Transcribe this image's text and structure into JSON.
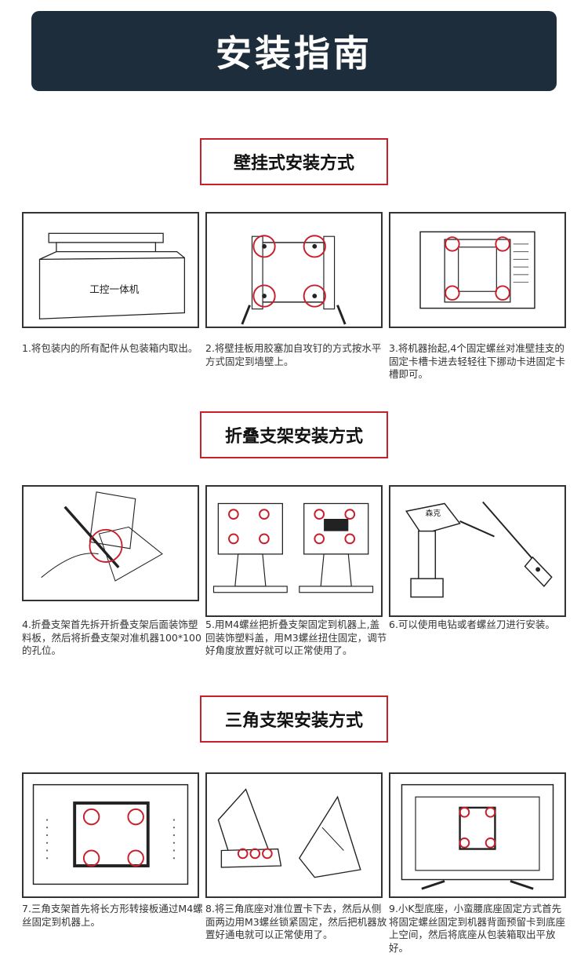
{
  "header": {
    "title": "安装指南"
  },
  "sections": [
    {
      "title": "壁挂式安装方式"
    },
    {
      "title": "折叠支架安装方式"
    },
    {
      "title": "三角支架安装方式"
    }
  ],
  "steps": [
    {
      "text": "1.将包装内的所有配件从包装箱内取出。",
      "box_label": "工控一体机"
    },
    {
      "text": "2.将壁挂板用胶塞加自攻钉的方式按水平方式固定到墙壁上。"
    },
    {
      "text": "3.将机器抬起,4个固定螺丝对准壁挂支的固定卡槽卡进去轻轻往下挪动卡进固定卡槽即可。"
    },
    {
      "text": "4.折叠支架首先拆开折叠支架后面装饰塑料板，然后将折叠支架对准机器100*100的孔位。"
    },
    {
      "text": "5.用M4螺丝把折叠支架固定到机器上,盖回装饰塑料盖，用M3螺丝扭住固定，调节好角度放置好就可以正常使用了。"
    },
    {
      "text": "6.可以使用电钻或者螺丝刀进行安装。",
      "drill_brand": "森克"
    },
    {
      "text": "7.三角支架首先将长方形转接板通过M4螺丝固定到机器上。"
    },
    {
      "text": "8.将三角底座对准位置卡下去，然后从侧面两边用M3螺丝锁紧固定，然后把机器放置好通电就可以正常使用了。"
    },
    {
      "text": "9.小K型底座，小蛮腰底座固定方式首先将固定螺丝固定到机器背面预留卡到底座上空间，然后将底座从包装箱取出平放好。"
    }
  ],
  "colors": {
    "header_bg": "#1e2d3b",
    "accent": "#c8202b"
  }
}
